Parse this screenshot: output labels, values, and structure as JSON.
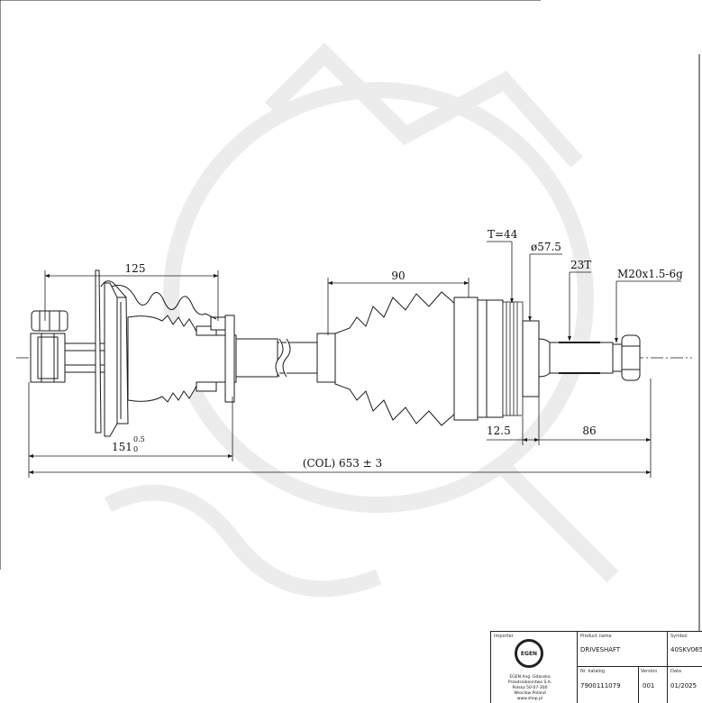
{
  "dimensions": {
    "overall_length": "(COL) 653 ± 3",
    "outer_joint_length": "151",
    "outer_joint_tolerance_upper": "0.5",
    "outer_joint_tolerance_lower": "0",
    "boot_span": "125",
    "inner_boot_length": "90",
    "abs_ring": "T=44",
    "seal_diameter": "ø57.5",
    "spline": "23T",
    "thread": "M20x1.5-6g",
    "flange_offset": "12.5",
    "stub_length": "86"
  },
  "title_block": {
    "label_importer": "Importer",
    "label_product_name": "Product name",
    "label_symbol": "Symbol",
    "label_number": "Nr. katalog",
    "label_version": "Version",
    "label_date": "Data",
    "product_name": "DRIVESHAFT",
    "symbol": "40SKV065",
    "number": "7900111079",
    "version": "001",
    "date": "01/2025",
    "company_address": "EGEN Ang. Gdanska Przedsiebiorstwo S.A. Polska 50-07-300 Wroclaw Poland www.shop.pl",
    "logo_text": "EGEN"
  },
  "colors": {
    "line": "#1a1a1a",
    "watermark": "#ebebeb"
  }
}
